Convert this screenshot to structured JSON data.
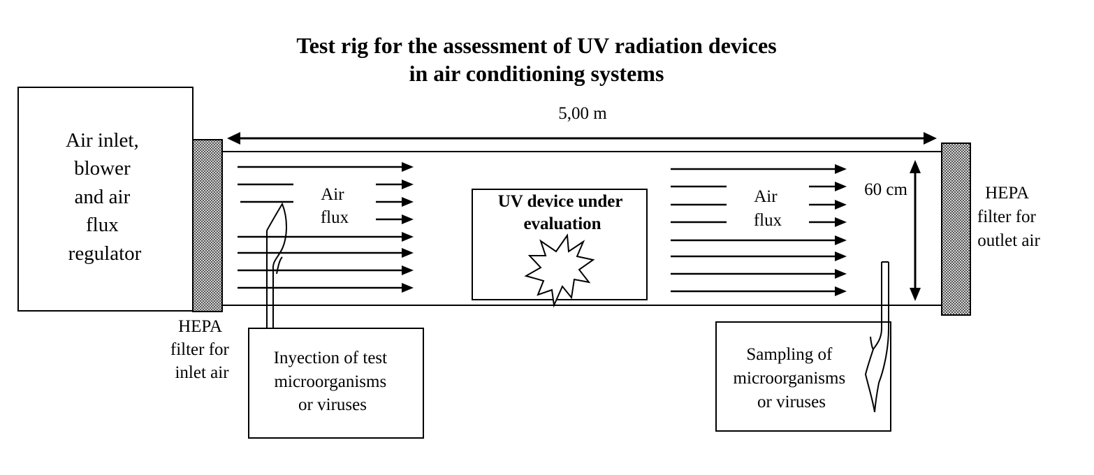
{
  "title": {
    "line1": "Test rig for the assessment of UV radiation devices",
    "line2": "in air conditioning systems"
  },
  "dimensions": {
    "length": "5,00 m",
    "height": "60 cm"
  },
  "inlet_box": {
    "lines": [
      "Air inlet,",
      "blower",
      "and air",
      "flux",
      "regulator"
    ]
  },
  "hepa_inlet": {
    "lines": [
      "HEPA",
      "filter for",
      "inlet air"
    ]
  },
  "hepa_outlet": {
    "lines": [
      "HEPA",
      "filter for",
      "outlet air"
    ]
  },
  "air_flux_left": {
    "lines": [
      "Air",
      "flux"
    ]
  },
  "air_flux_right": {
    "lines": [
      "Air",
      "flux"
    ]
  },
  "uv_device": {
    "lines": [
      "UV device under",
      "evaluation"
    ]
  },
  "injection_box": {
    "lines": [
      "Inyection of test",
      "microorganisms",
      "or viruses"
    ]
  },
  "sampling_box": {
    "lines": [
      "Sampling of",
      "microorganisms",
      "or viruses"
    ]
  }
}
